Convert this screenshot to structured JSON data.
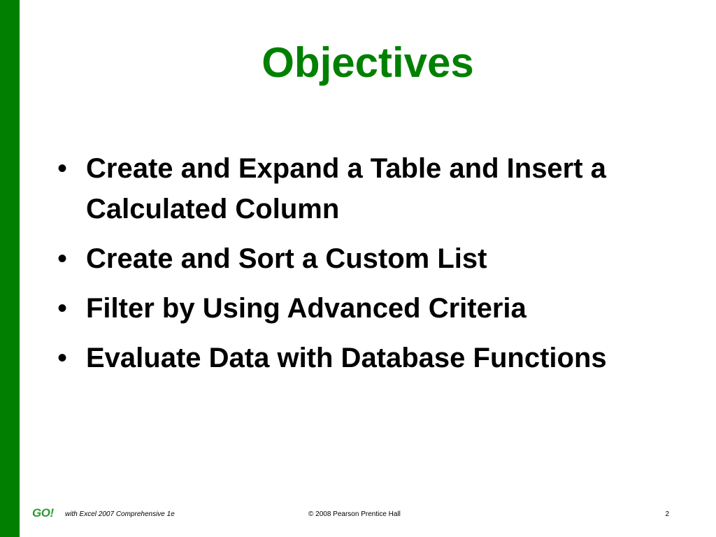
{
  "slide": {
    "title": "Objectives",
    "bullets": [
      "Create and Expand a Table and Insert a Calculated Column",
      "Create and Sort a Custom List",
      "Filter by Using Advanced Criteria",
      "Evaluate Data with Database Functions"
    ],
    "bullet_symbol": "•"
  },
  "footer": {
    "logo_text": "GO!",
    "course": "with Excel 2007 Comprehensive 1e",
    "copyright": "© 2008 Pearson Prentice Hall",
    "page_number": "2"
  },
  "colors": {
    "accent_green": "#008000",
    "sidebar_green": "#007f00",
    "logo_green": "#2e9a2e"
  }
}
